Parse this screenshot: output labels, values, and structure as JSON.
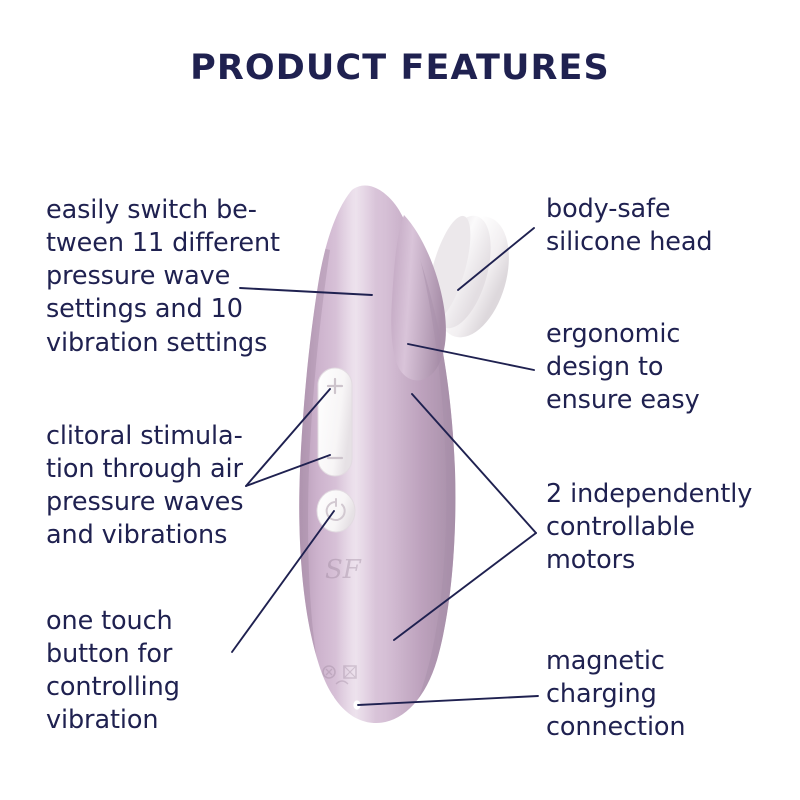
{
  "page": {
    "title": "PRODUCT FEATURES",
    "background_color": "#ffffff",
    "text_color": "#1f2150",
    "leader_line_color": "#1f2150"
  },
  "product": {
    "name": "air-pulse-stimulator",
    "body_color_highlight": "#ddc9dd",
    "body_color_mid": "#c9aec9",
    "body_color_shadow": "#a78fa8",
    "head_color": "#f4f2f3",
    "button_color": "#fbfafa",
    "logo_mark": "SF",
    "charging_contacts": 2,
    "buttons": [
      {
        "name": "pressure-wave-control-strip",
        "shape": "pill"
      },
      {
        "name": "one-touch-vibration-button",
        "shape": "round"
      }
    ]
  },
  "callouts": {
    "left": [
      {
        "name": "pressure-wave-settings",
        "text": "easily switch be-\ntween 11 different\npressure wave\nsettings and 10\nvibration settings"
      },
      {
        "name": "clitoral-stimulation",
        "text": "clitoral stimula-\ntion through air\npressure waves\nand vibrations"
      },
      {
        "name": "one-touch-button",
        "text": "one touch\nbutton for\ncontrolling\nvibration"
      }
    ],
    "right": [
      {
        "name": "silicone-head",
        "text": "body-safe\nsilicone head"
      },
      {
        "name": "ergonomic-design",
        "text": "ergonomic\ndesign to\nensure easy"
      },
      {
        "name": "two-motors",
        "text": "2 independently\ncontrollable\nmotors"
      },
      {
        "name": "magnetic-charging",
        "text": "magnetic\ncharging\nconnection"
      }
    ]
  }
}
